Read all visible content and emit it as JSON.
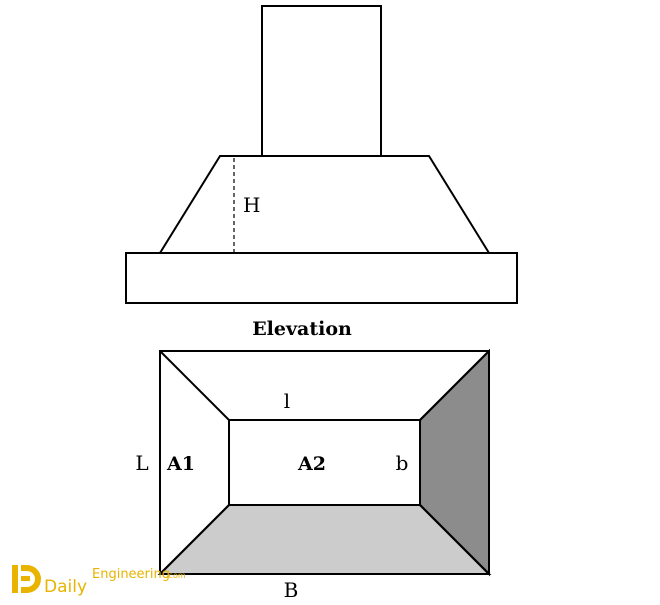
{
  "labels": {
    "height": "H",
    "elevation": "Elevation",
    "inner_length": "l",
    "outer_length": "L",
    "area_1": "A1",
    "area_2": "A2",
    "inner_breadth": "b",
    "outer_breadth": "B"
  },
  "watermark": {
    "brand_line1": "Daily",
    "brand_line2": "Engineering",
    "brand_suffix": ".com"
  },
  "colors": {
    "stroke": "#000000",
    "right_face": "#8c8c8c",
    "bottom_face": "#cccccc",
    "logo": "#e8b400"
  }
}
